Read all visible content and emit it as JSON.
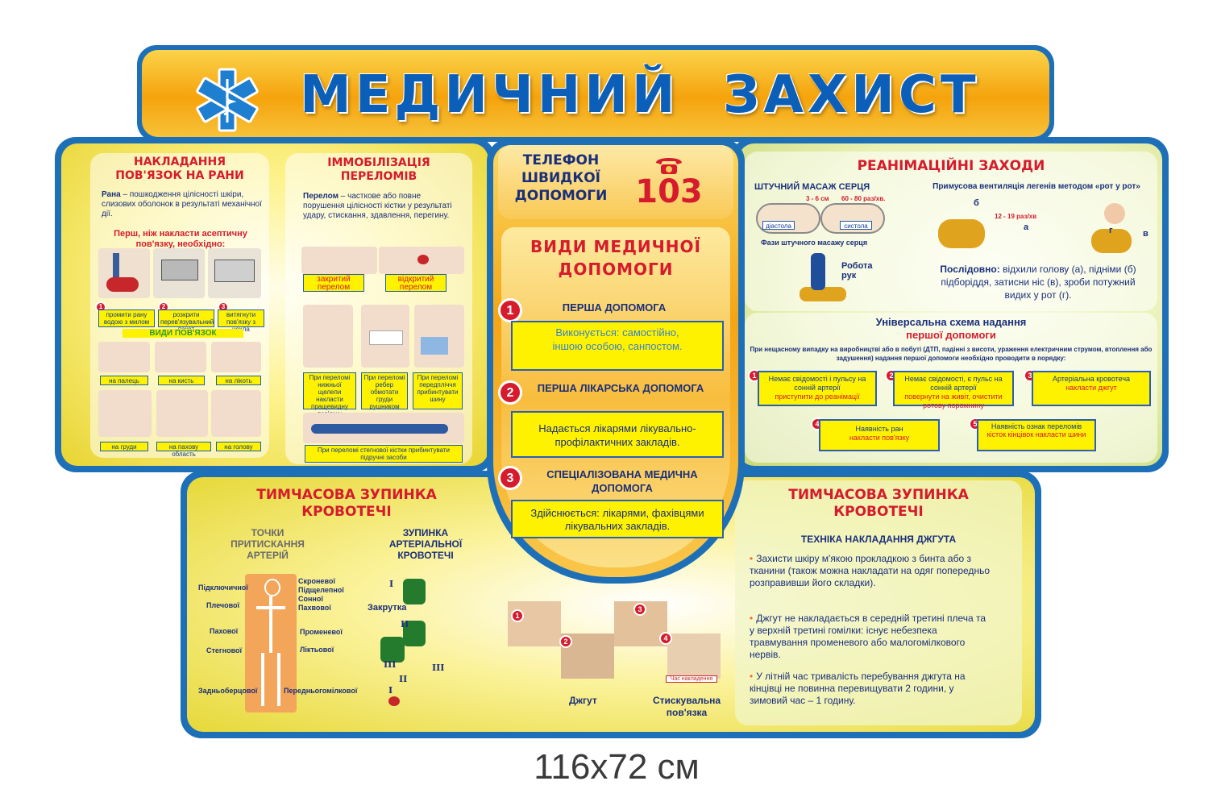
{
  "header": {
    "title": "МЕДИЧНИЙ  ЗАХИСТ",
    "emblem": "star-of-life-icon"
  },
  "bandage": {
    "title": "НАКЛАДАННЯ ПОВ'ЯЗОК НА РАНИ",
    "def_term": "Рана",
    "def_text": " – пошкодження цілісності шкіри, слизових оболонок в результаті механічної дії.",
    "steps_intro": "Перш, ніж накласти асептичну пов'язку, необхідно:",
    "steps": [
      "промити рану водою з милом",
      "розкрити перев'язувальний пакет",
      "витягнути пов'язку з чохла"
    ],
    "types_title": "ВИДИ ПОВ'ЯЗОК",
    "types": [
      "на палець",
      "на кисть",
      "на лікоть",
      "на груди",
      "на пахову область",
      "на голову"
    ]
  },
  "fracture": {
    "title": "ІММОБІЛІЗАЦІЯ ПЕРЕЛОМІВ",
    "def_term": "Перелом",
    "def_text": " – часткове або повне порушення цілісності кістки у результаті удару, стискання, здавлення, перегину.",
    "kinds": [
      "закритий перелом",
      "відкритий перелом"
    ],
    "notes": [
      "При переломі нижньої щелепи накласти пращевидну пов'язку",
      "При переломі ребер обмотати груди рушником",
      "При переломі передпліччя прибинтувати шину"
    ],
    "bottom_note": "При переломі стегнової кістки прибинтувати підручні засоби"
  },
  "phone": {
    "label": "ТЕЛЕФОН ШВИДКОЇ ДОПОМОГИ",
    "number": "103",
    "icon": "telephone-icon"
  },
  "care": {
    "title": "ВИДИ МЕДИЧНОЇ ДОПОМОГИ",
    "items": [
      {
        "num": "1",
        "name": "ПЕРША ДОПОМОГА",
        "desc": "Виконується: самостійно, іншою особою, санпостом."
      },
      {
        "num": "2",
        "name": "ПЕРША ЛІКАРСЬКА ДОПОМОГА",
        "desc": "Надається лікарями лікувально-профілактичних закладів."
      },
      {
        "num": "3",
        "name": "СПЕЦІАЛІЗОВАНА МЕДИЧНА ДОПОМОГА",
        "desc": "Здійснюється: лікарями, фахівцями лікувальних закладів."
      }
    ]
  },
  "reanimation": {
    "title": "РЕАНІМАЦІЙНІ ЗАХОДИ",
    "massage_title": "ШТУЧНИЙ МАСАЖ СЕРЦЯ",
    "massage_depth": "3 - 6 см",
    "massage_rate": "60 - 80 раз/хв.",
    "diastole": "діастола",
    "systole": "систола",
    "phases": "Фази штучного масажу серця",
    "hands": "Робота рук",
    "vent_title": "Примусова вентиляція легенів методом «рот у рот»",
    "vent_rate": "12 - 19 раз/хв",
    "letters": [
      "а",
      "б",
      "в",
      "г"
    ],
    "sequence_term": "Послідовно:",
    "sequence_text": " відхили голову (а), підніми (б) підборіддя, затисни ніс (в), зроби потужний видих у рот (г)."
  },
  "scheme": {
    "title1": "Універсальна схема надання",
    "title2": "першої допомоги",
    "intro": "При нещасному випадку на виробництві або в побуті (ДТП, падінні з висоти, ураження електричним струмом, втоплення або задушення) надання першої допомоги необхідно проводити в порядку:",
    "steps": [
      {
        "num": "1",
        "cond": "Немає свідомості і пульсу на сонній артерії",
        "act": "приступити до реанімації"
      },
      {
        "num": "2",
        "cond": "Немає свідомості, є пульс на сонній артерії",
        "act": "повернути на живіт, очистити ротову порожнину"
      },
      {
        "num": "3",
        "cond": "Артеріальна кровотеча",
        "act": "накласти джгут"
      },
      {
        "num": "4",
        "cond": "Наявність ран",
        "act": "накласти пов'язку"
      },
      {
        "num": "5",
        "cond": "Наявність ознак переломів",
        "act": "кісток кінцівок накласти шини"
      }
    ]
  },
  "bleeding_left": {
    "title": "ТИМЧАСОВА ЗУПИНКА КРОВОТЕЧІ",
    "points_title": "ТОЧКИ ПРИТИСКАННЯ АРТЕРІЙ",
    "stop_title": "ЗУПИНКА АРТЕРІАЛЬНОЇ КРОВОТЕЧІ",
    "left_points": [
      "Підключичної",
      "Плечової",
      "Пахової",
      "Стегнової",
      "Задньоберцової"
    ],
    "right_points": [
      "Скроневої",
      "Підщелепної",
      "Сонної",
      "Пахвової",
      "Променевої",
      "Ліктьової",
      "Передньогомілкової"
    ],
    "twist": "Закрутка",
    "roman": [
      "I",
      "II",
      "III",
      "I",
      "II",
      "III"
    ]
  },
  "bleeding_center": {
    "tourniquet": "Джгут",
    "pressure": "Стискувальна пов'язка",
    "time_note": "Час накладення",
    "nums": [
      "1",
      "2",
      "3",
      "4"
    ]
  },
  "bleeding_right": {
    "title": "ТИМЧАСОВА ЗУПИНКА КРОВОТЕЧІ",
    "subtitle": "ТЕХНІКА НАКЛАДАННЯ ДЖГУТА",
    "bullets": [
      "Захисти шкіру м'якою прокладкою з бинта або з тканини (також можна накладати на одяг попередньо розправивши його складки).",
      "Джгут не накладається в середній третині плеча та у верхній третині гомілки: існує небезпека травмування променевого або малогомілкового нервів.",
      "У літній час тривалість перебування джгута на кінцівці не повинна перевищувати 2 години, у зимовий час – 1 годину."
    ]
  },
  "size_caption": "116х72 см",
  "colors": {
    "frame": "#1d6fb8",
    "title_blue": "#0b5fb8",
    "accent_red": "#d51b2c",
    "label_yellow": "#fff200"
  }
}
